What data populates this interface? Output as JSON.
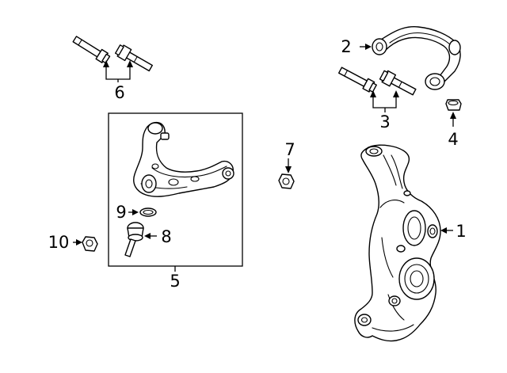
{
  "callouts": [
    {
      "id": "1",
      "label": "1"
    },
    {
      "id": "2",
      "label": "2"
    },
    {
      "id": "3",
      "label": "3"
    },
    {
      "id": "4",
      "label": "4"
    },
    {
      "id": "5",
      "label": "5"
    },
    {
      "id": "6",
      "label": "6"
    },
    {
      "id": "7",
      "label": "7"
    },
    {
      "id": "8",
      "label": "8"
    },
    {
      "id": "9",
      "label": "9"
    },
    {
      "id": "10",
      "label": "10"
    }
  ],
  "parts": [
    {
      "callout": "1",
      "name": "steering knuckle"
    },
    {
      "callout": "2",
      "name": "upper control arm"
    },
    {
      "callout": "3",
      "name": "upper arm bolts"
    },
    {
      "callout": "4",
      "name": "upper ball joint nut"
    },
    {
      "callout": "5",
      "name": "lower control arm assembly"
    },
    {
      "callout": "6",
      "name": "lower arm bolts"
    },
    {
      "callout": "7",
      "name": "nut"
    },
    {
      "callout": "8",
      "name": "ball joint"
    },
    {
      "callout": "9",
      "name": "snap ring"
    },
    {
      "callout": "10",
      "name": "nut"
    }
  ],
  "colors": {
    "ink": "#000000",
    "paper": "#ffffff"
  }
}
